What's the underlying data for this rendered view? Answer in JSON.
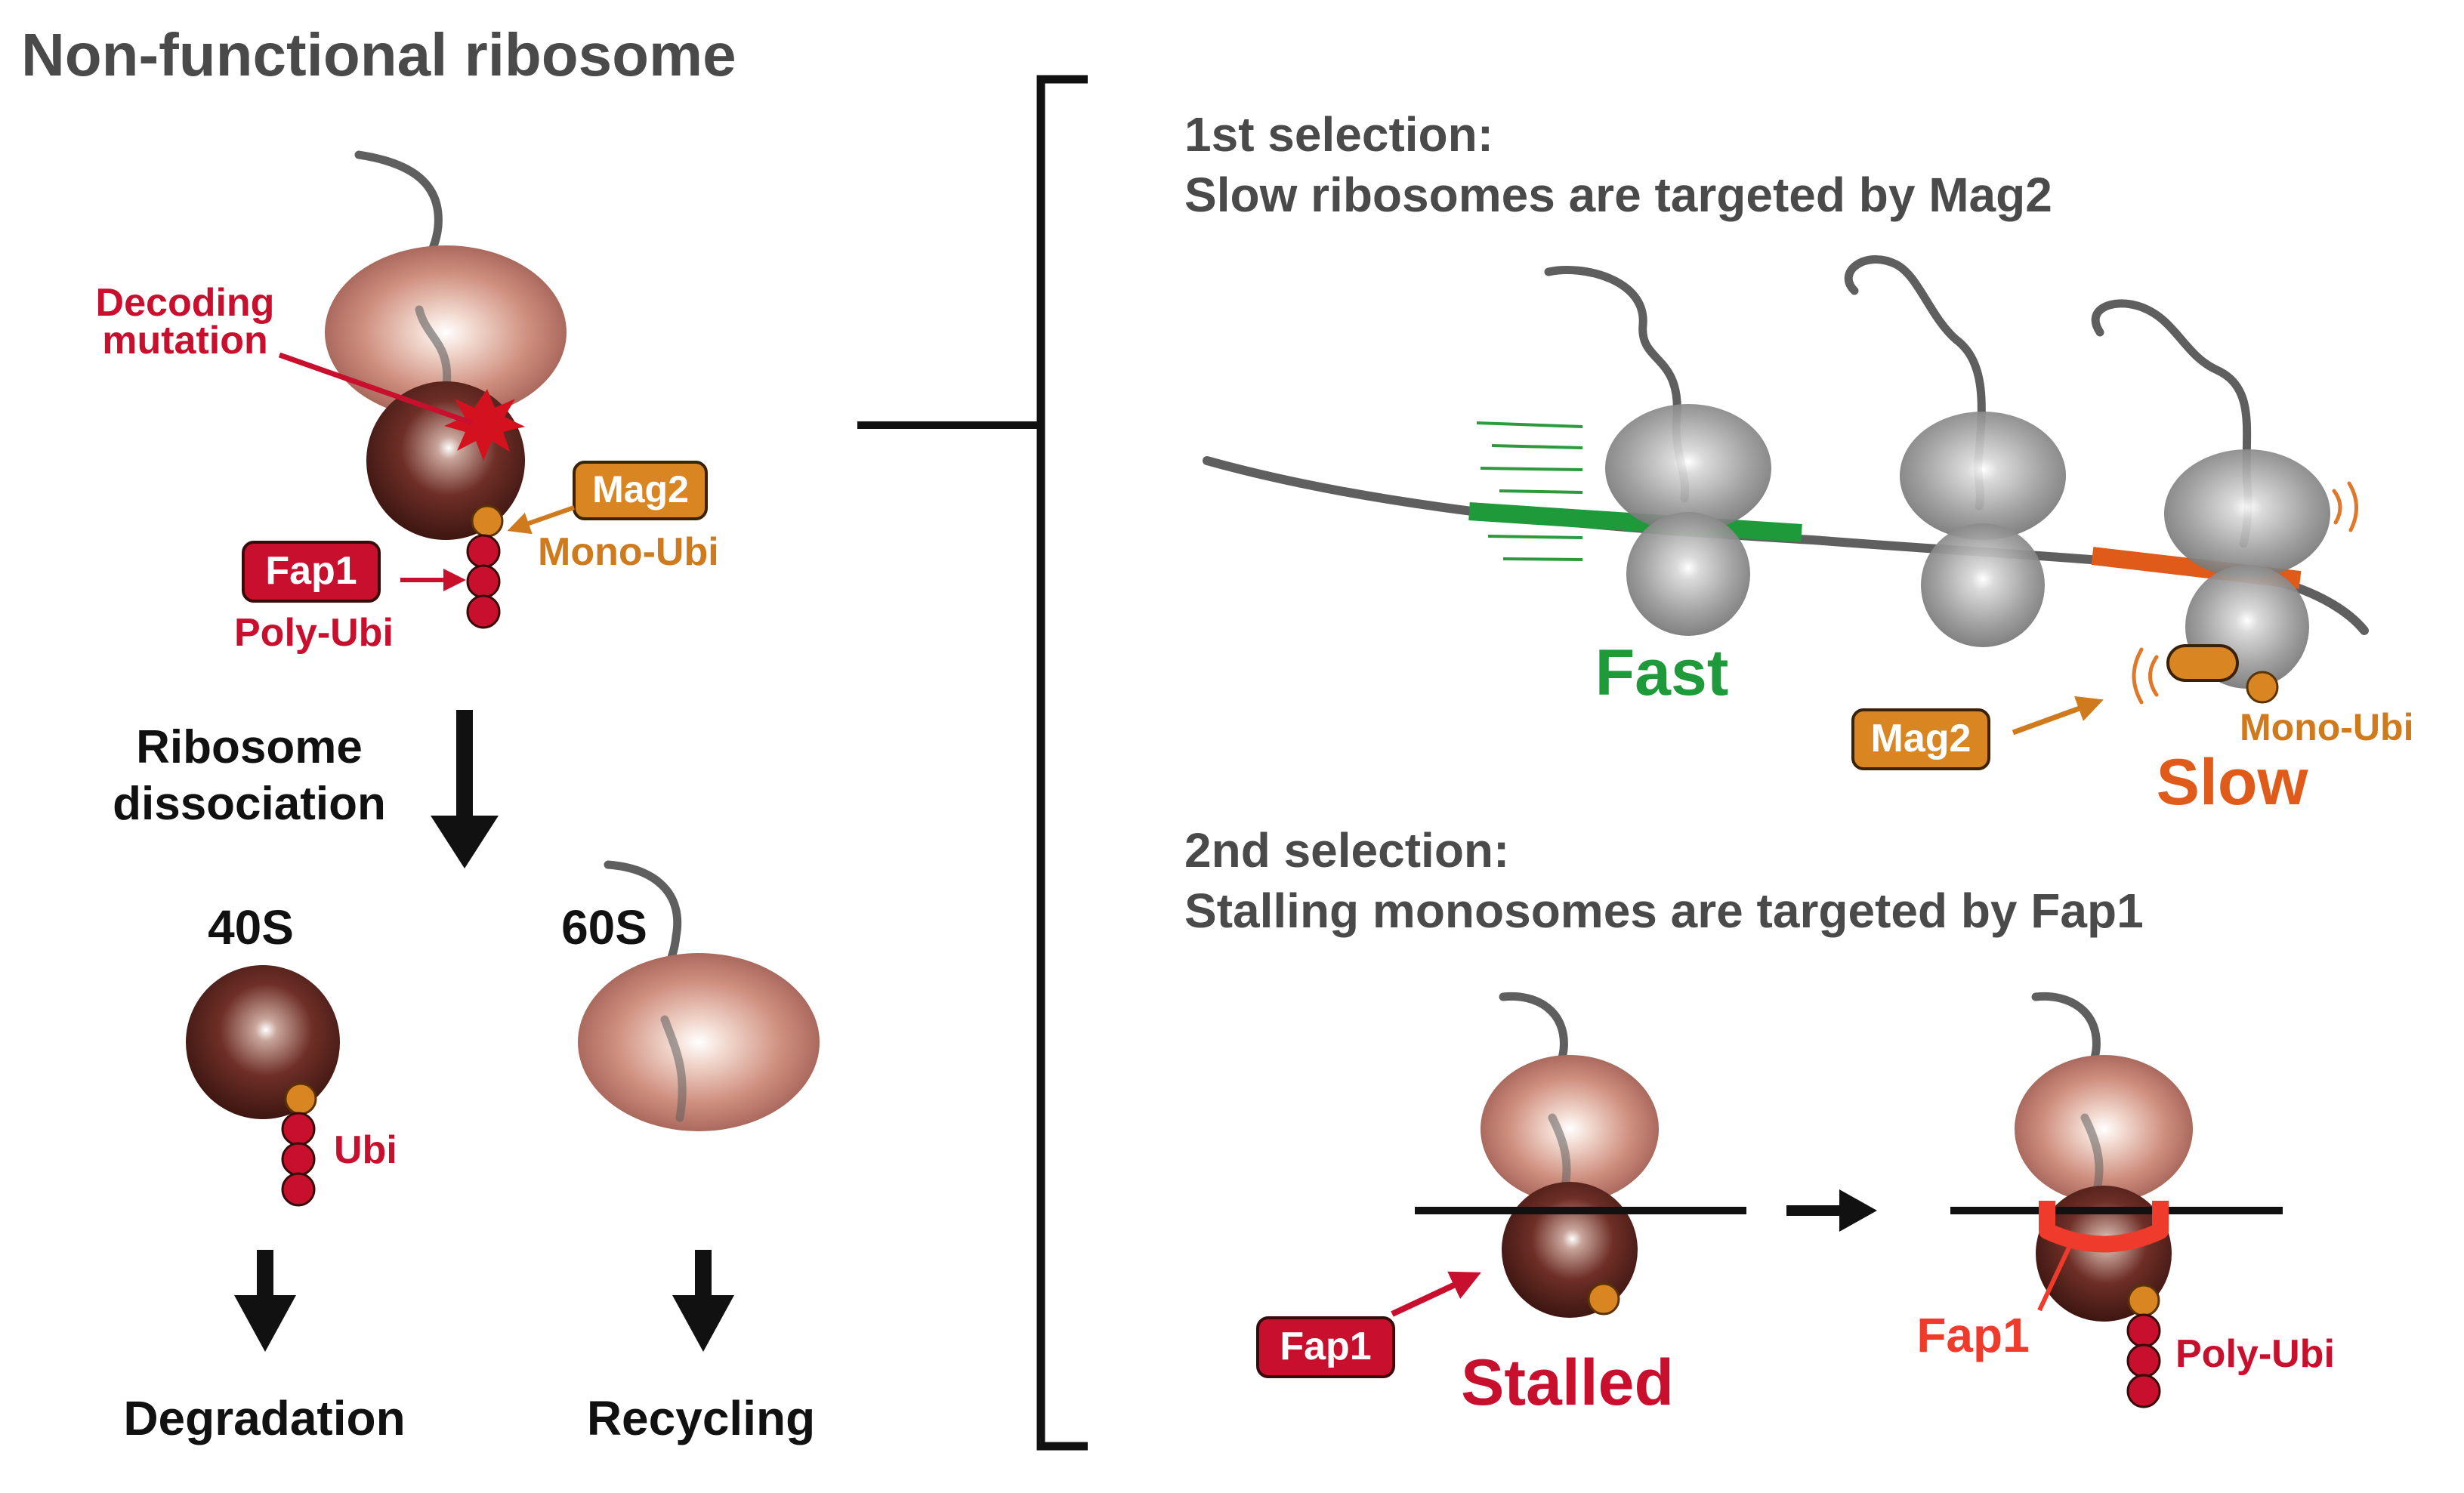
{
  "left_panel": {
    "title": "Non-functional ribosome",
    "decoding_mutation": [
      "Decoding",
      "mutation"
    ],
    "mag2": "Mag2",
    "mono_ubi": "Mono-Ubi",
    "fap1": "Fap1",
    "poly_ubi": "Poly-Ubi",
    "dissociation": [
      "Ribosome",
      "dissociation"
    ],
    "subunit_40s": "40S",
    "subunit_60s": "60S",
    "ubi": "Ubi",
    "degradation": "Degradation",
    "recycling": "Recycling"
  },
  "first_selection": {
    "heading": "1st selection:",
    "subheading": "Slow ribosomes are targeted by Mag2",
    "fast": "Fast",
    "slow": "Slow",
    "mag2": "Mag2",
    "mono_ubi": "Mono-Ubi"
  },
  "second_selection": {
    "heading": "2nd selection:",
    "subheading": "Stalling monosomes are targeted by Fap1",
    "fap1_left": "Fap1",
    "stalled": "Stalled",
    "fap1_right": "Fap1",
    "poly_ubi": "Poly-Ubi"
  },
  "colors": {
    "text_gray": "#4a4a4a",
    "text_black": "#111111",
    "red": "#c8102e",
    "orange": "#d07a1e",
    "green": "#1f9a3a",
    "slow_orange": "#e05a1a",
    "fap1_ring": "#ef3b2c"
  }
}
